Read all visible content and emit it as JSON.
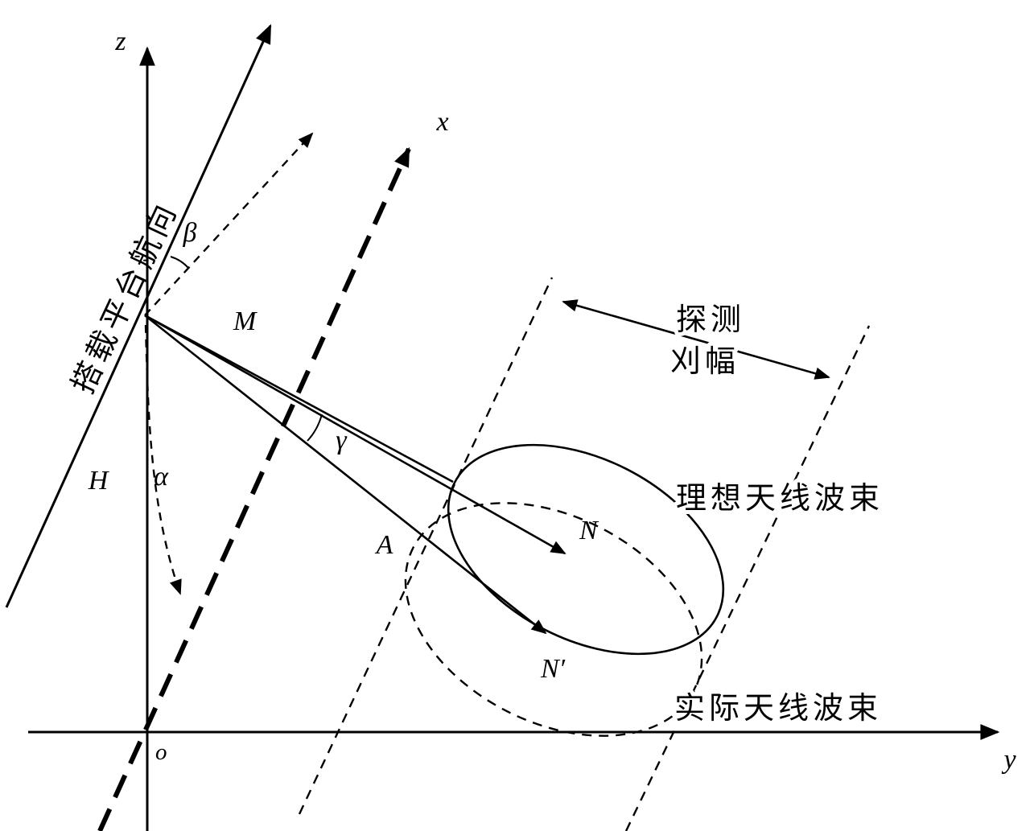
{
  "labels": {
    "z": "z",
    "x": "x",
    "y": "y",
    "o": "o",
    "M": "M",
    "H": "H",
    "A": "A",
    "N": "N",
    "N_prime": "N′",
    "alpha": "α",
    "beta": "β",
    "gamma": "γ"
  },
  "annotations": {
    "platform_heading": "搭载平台航向",
    "swath_line1": "探测",
    "swath_line2": "刈幅",
    "ideal_beam": "理想天线波束",
    "actual_beam": "实际天线波束"
  },
  "colors": {
    "stroke": "#000000",
    "background": "#ffffff"
  }
}
